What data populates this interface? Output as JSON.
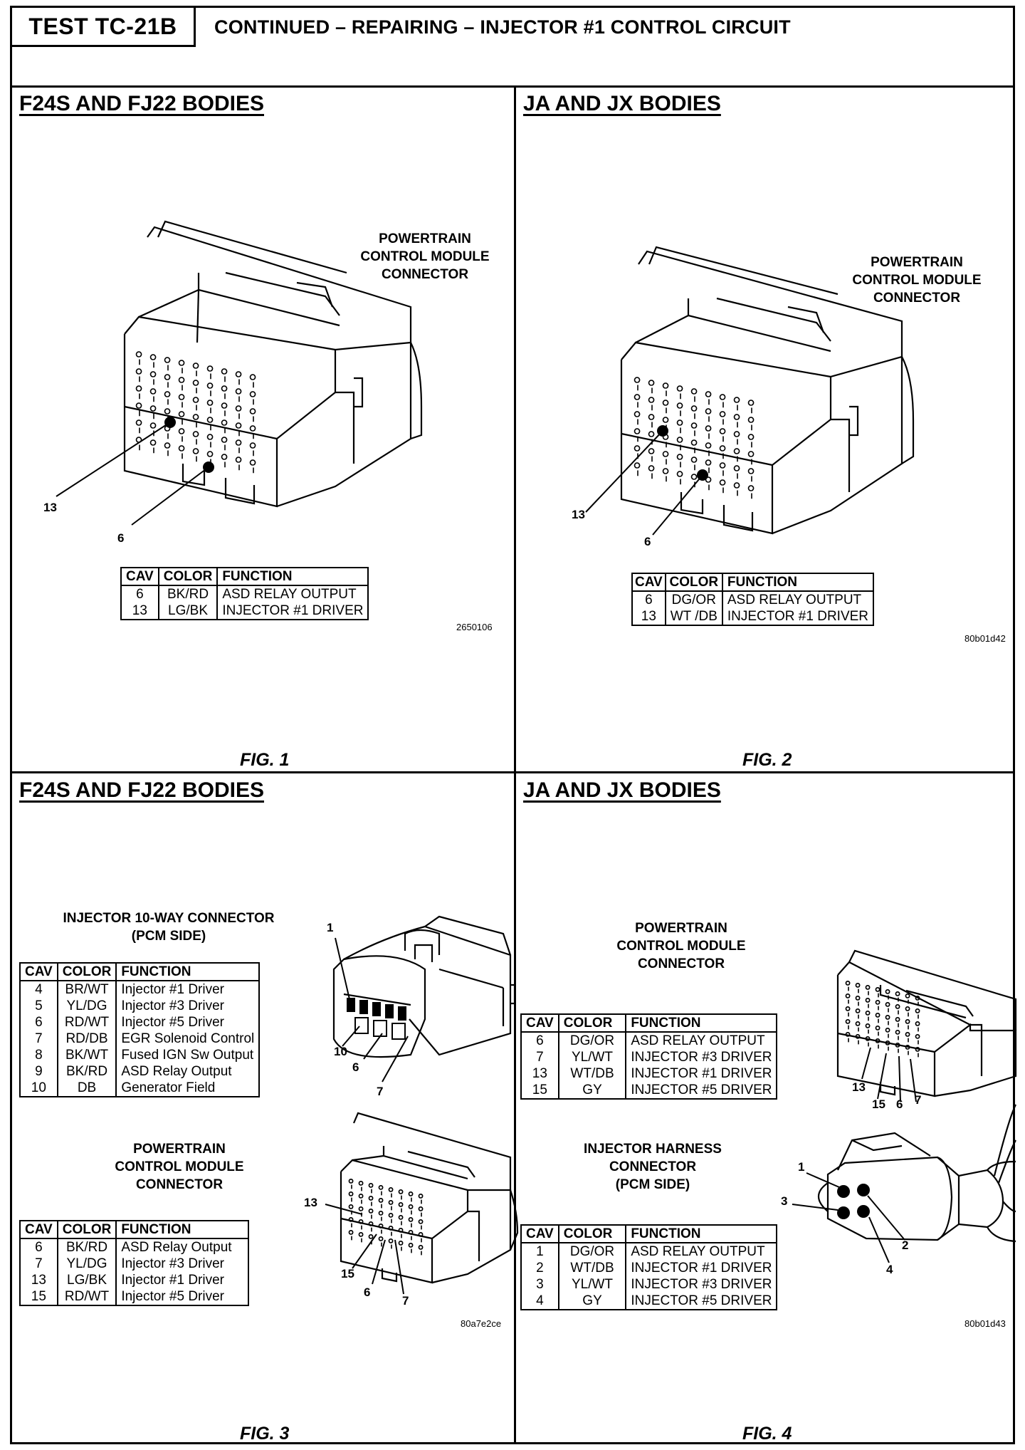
{
  "header": {
    "test_id": "TEST TC-21B",
    "title": "CONTINUED – REPAIRING – INJECTOR #1 CONTROL CIRCUIT"
  },
  "fig1": {
    "body_title": "F24S AND FJ22 BODIES",
    "caption_lines": [
      "POWERTRAIN",
      "CONTROL MODULE",
      "CONNECTOR"
    ],
    "callouts": [
      "13",
      "6"
    ],
    "table": {
      "headers": [
        "CAV",
        "COLOR",
        "FUNCTION"
      ],
      "rows": [
        [
          "6",
          "BK/RD",
          "ASD RELAY OUTPUT"
        ],
        [
          "13",
          "LG/BK",
          "INJECTOR #1 DRIVER"
        ]
      ]
    },
    "code": "2650106",
    "fig_label": "FIG. 1"
  },
  "fig2": {
    "body_title": "JA AND JX BODIES",
    "caption_lines": [
      "POWERTRAIN",
      "CONTROL MODULE",
      "CONNECTOR"
    ],
    "callouts": [
      "13",
      "6"
    ],
    "table": {
      "headers": [
        "CAV",
        "COLOR",
        "FUNCTION"
      ],
      "rows": [
        [
          "6",
          "DG/OR",
          "ASD RELAY OUTPUT"
        ],
        [
          "13",
          "WT /DB",
          "INJECTOR #1 DRIVER"
        ]
      ]
    },
    "code": "80b01d42",
    "fig_label": "FIG. 2"
  },
  "fig3": {
    "body_title": "F24S AND FJ22 BODIES",
    "injector": {
      "caption_lines": [
        "INJECTOR 10-WAY CONNECTOR",
        "(PCM SIDE)"
      ],
      "callouts": [
        "1",
        "10",
        "6",
        "7"
      ],
      "table": {
        "headers": [
          "CAV",
          "COLOR",
          "FUNCTION"
        ],
        "rows": [
          [
            "4",
            "BR/WT",
            "Injector #1 Driver"
          ],
          [
            "5",
            "YL/DG",
            "Injector #3 Driver"
          ],
          [
            "6",
            "RD/WT",
            "Injector #5 Driver"
          ],
          [
            "7",
            "RD/DB",
            "EGR Solenoid Control"
          ],
          [
            "8",
            "BK/WT",
            "Fused IGN Sw Output"
          ],
          [
            "9",
            "BK/RD",
            "ASD Relay Output"
          ],
          [
            "10",
            "DB",
            "Generator Field"
          ]
        ]
      }
    },
    "pcm": {
      "caption_lines": [
        "POWERTRAIN",
        "CONTROL MODULE",
        "CONNECTOR"
      ],
      "callouts": [
        "13",
        "15",
        "6",
        "7"
      ],
      "table": {
        "headers": [
          "CAV",
          "COLOR",
          "FUNCTION"
        ],
        "rows": [
          [
            "6",
            "BK/RD",
            "ASD Relay Output"
          ],
          [
            "7",
            "YL/DG",
            "Injector #3 Driver"
          ],
          [
            "13",
            "LG/BK",
            "Injector #1 Driver"
          ],
          [
            "15",
            "RD/WT",
            "Injector #5 Driver"
          ]
        ]
      }
    },
    "code": "80a7e2ce",
    "fig_label": "FIG. 3"
  },
  "fig4": {
    "body_title": "JA AND JX BODIES",
    "pcm": {
      "caption_lines": [
        "POWERTRAIN",
        "CONTROL MODULE",
        "CONNECTOR"
      ],
      "callouts": [
        "13",
        "15",
        "6",
        "7"
      ],
      "table": {
        "headers": [
          "CAV",
          "COLOR",
          "FUNCTION"
        ],
        "rows": [
          [
            "6",
            "DG/OR",
            "ASD RELAY OUTPUT"
          ],
          [
            "7",
            "YL/WT",
            "INJECTOR #3 DRIVER"
          ],
          [
            "13",
            "WT/DB",
            "INJECTOR #1 DRIVER"
          ],
          [
            "15",
            "GY",
            "INJECTOR #5 DRIVER"
          ]
        ]
      }
    },
    "harness": {
      "caption_lines": [
        "INJECTOR HARNESS",
        "CONNECTOR",
        "(PCM SIDE)"
      ],
      "callouts": [
        "1",
        "2",
        "3",
        "4"
      ],
      "table": {
        "headers": [
          "CAV",
          "COLOR",
          "FUNCTION"
        ],
        "rows": [
          [
            "1",
            "DG/OR",
            "ASD RELAY OUTPUT"
          ],
          [
            "2",
            "WT/DB",
            "INJECTOR #1 DRIVER"
          ],
          [
            "3",
            "YL/WT",
            "INJECTOR #3 DRIVER"
          ],
          [
            "4",
            "GY",
            "INJECTOR #5 DRIVER"
          ]
        ]
      }
    },
    "code": "80b01d43",
    "fig_label": "FIG. 4"
  }
}
